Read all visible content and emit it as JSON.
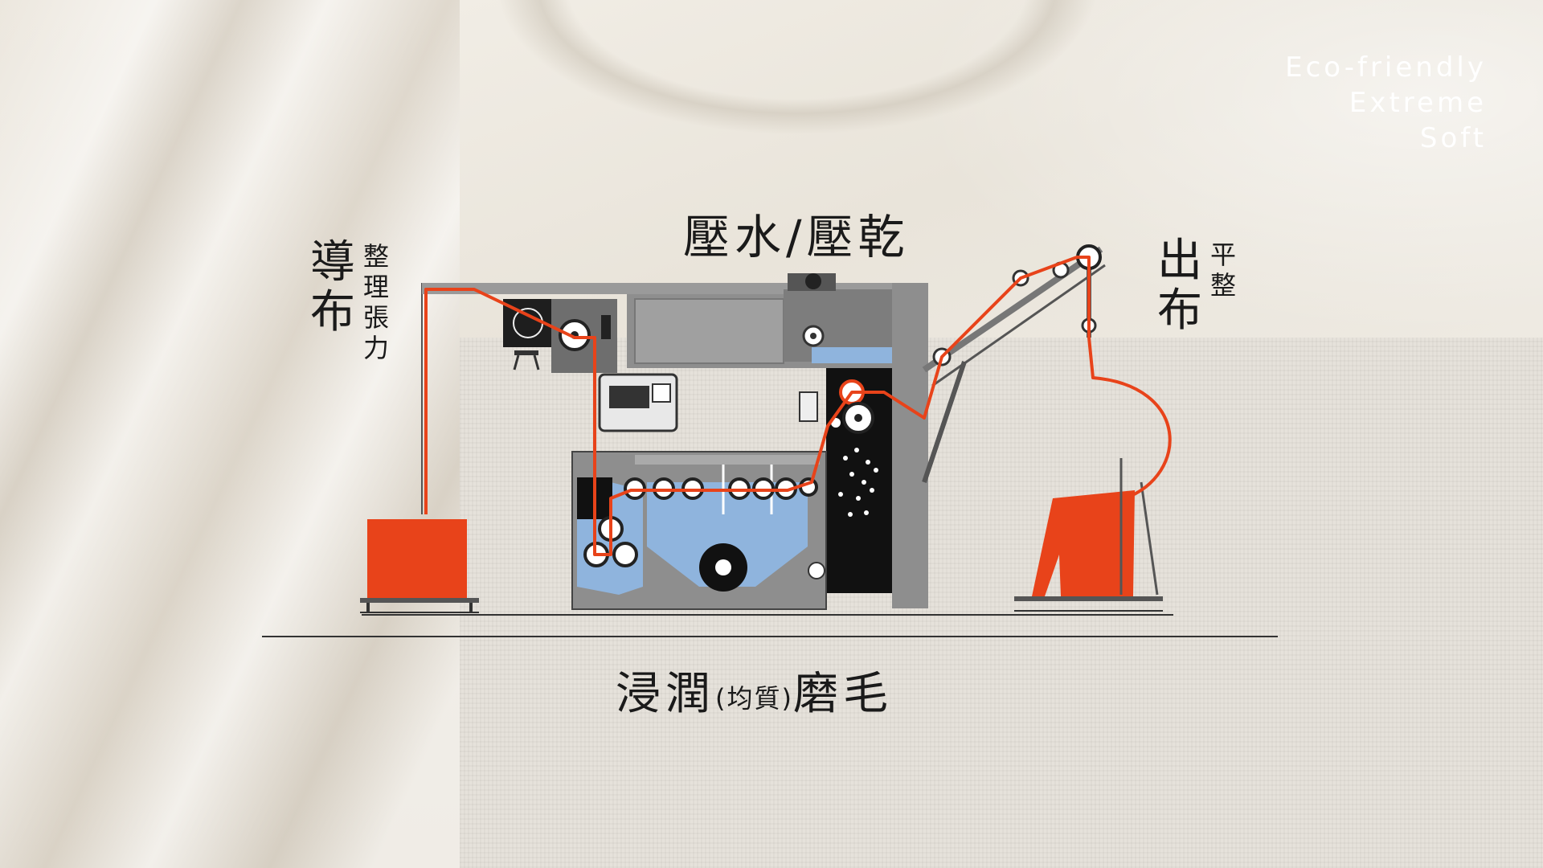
{
  "brand": {
    "line1": "Eco-friendly",
    "line2": "Extreme",
    "line3": "Soft"
  },
  "labels": {
    "top_title": "壓水/壓乾",
    "left_main": [
      "導",
      "布"
    ],
    "left_sub": [
      "整",
      "理",
      "張",
      "力"
    ],
    "right_main": [
      "出",
      "布"
    ],
    "right_sub": [
      "平",
      "整"
    ],
    "bottom_main_a": "浸潤",
    "bottom_paren": "(均質)",
    "bottom_main_b": "磨毛"
  },
  "colors": {
    "fabric_orange": "#e8431a",
    "machine_gray": "#8a8a8a",
    "machine_dark": "#1b1b1b",
    "water_blue": "#8fb4dd",
    "text_dark": "#1a1a1a",
    "brand_text": "#ffffff"
  }
}
